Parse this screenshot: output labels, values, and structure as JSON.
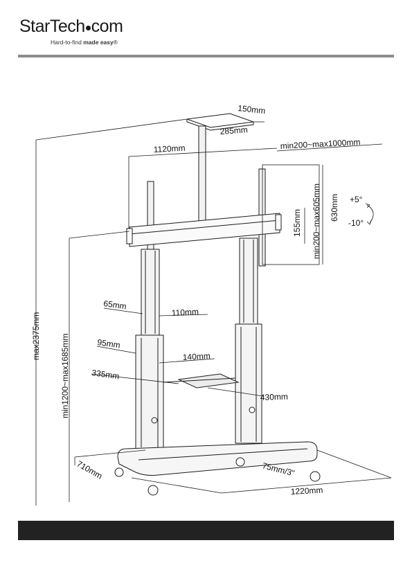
{
  "brand": {
    "name_part1": "StarTech",
    "name_part2": "com",
    "tagline_prefix": "Hard-to-find ",
    "tagline_bold": "made easy",
    "tagline_suffix": "®"
  },
  "dimensions": {
    "top_shelf_width": "150mm",
    "top_shelf_depth": "285mm",
    "mount_width": "1120mm",
    "vesa_horizontal": "min200~max1000mm",
    "vesa_vertical": "min200~max605mm",
    "mount_height": "630mm",
    "bracket_height": "155mm",
    "tilt_up": "+5°",
    "tilt_down": "-10°",
    "total_height": "max2375mm",
    "height_range": "min1200~max1685mm",
    "column_width_upper": "65mm",
    "column_depth_upper": "110mm",
    "column_width_lower": "95mm",
    "column_depth_lower": "140mm",
    "shelf_depth": "335mm",
    "shelf_width": "430mm",
    "base_depth": "710mm",
    "caster_size": "75mm/3\"",
    "base_width": "1220mm"
  },
  "colors": {
    "line": "#1a1a1a",
    "rule": "#8c8c8c",
    "footer": "#222222"
  }
}
